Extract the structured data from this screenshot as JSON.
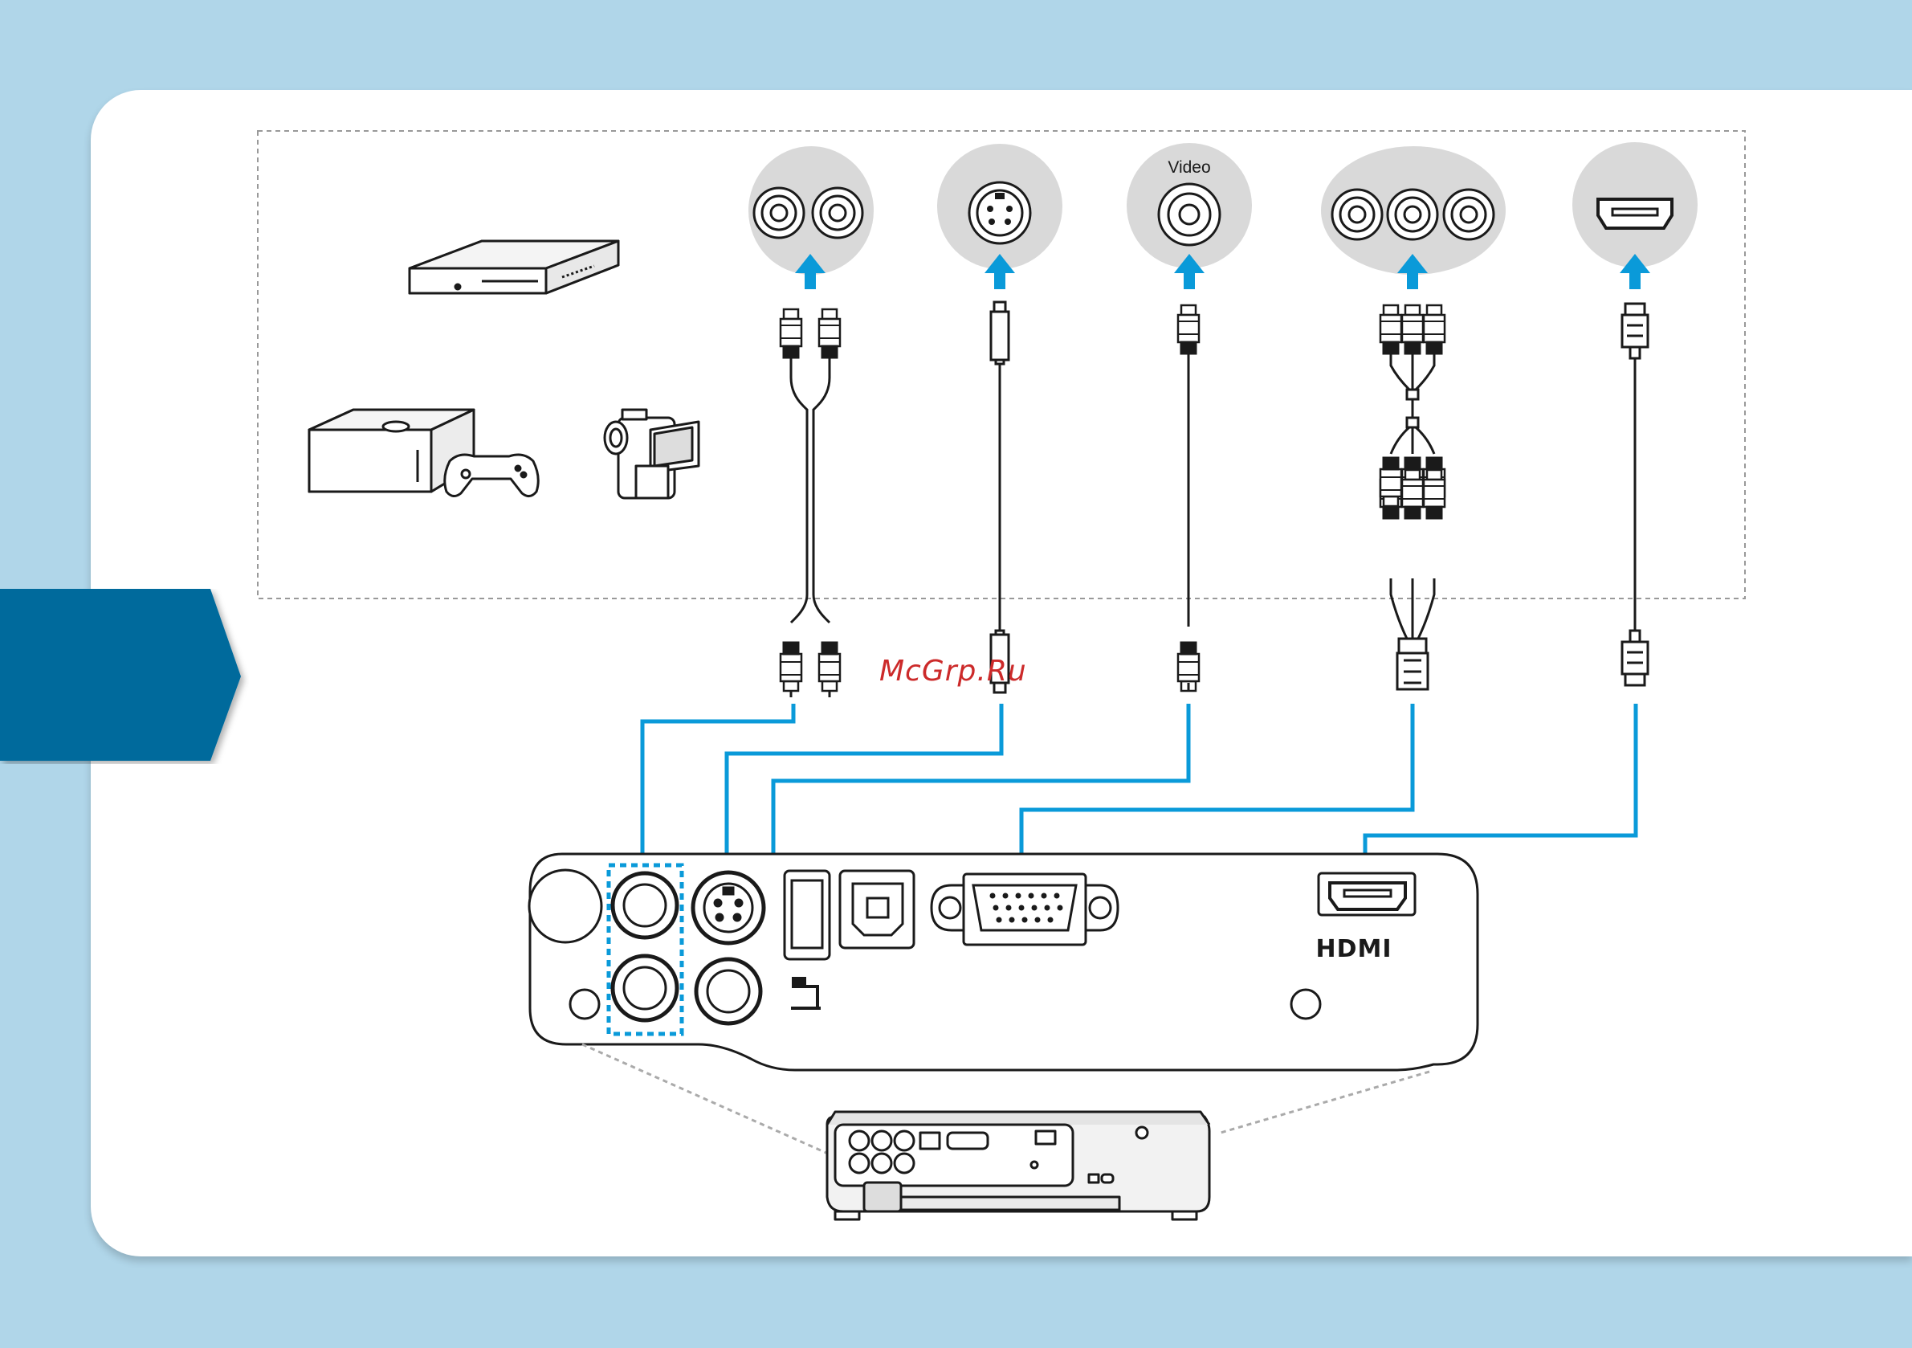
{
  "labels": {
    "video_port": "Video",
    "hdmi_port": "HDMI",
    "watermark": "McGrp.Ru"
  },
  "sources": [
    {
      "icon": "dvd-player-icon"
    },
    {
      "icon": "game-console-icon"
    },
    {
      "icon": "camcorder-icon"
    }
  ],
  "cables": [
    {
      "icon": "audio-rca-cable-icon",
      "connector": "stereo-audio-rca-jacks-icon"
    },
    {
      "icon": "s-video-cable-icon",
      "connector": "s-video-jack-icon"
    },
    {
      "icon": "composite-video-cable-icon",
      "connector": "video-rca-jack-icon"
    },
    {
      "icon": "component-to-vga-cable-icon",
      "connector": "component-rca-jacks-icon"
    },
    {
      "icon": "hdmi-cable-icon",
      "connector": "hdmi-port-icon"
    }
  ],
  "colors": {
    "background": "#b0d6e9",
    "accent_arrow": "#0a9ad9",
    "tab": "#016b9c",
    "line": "#1a1a1a"
  }
}
